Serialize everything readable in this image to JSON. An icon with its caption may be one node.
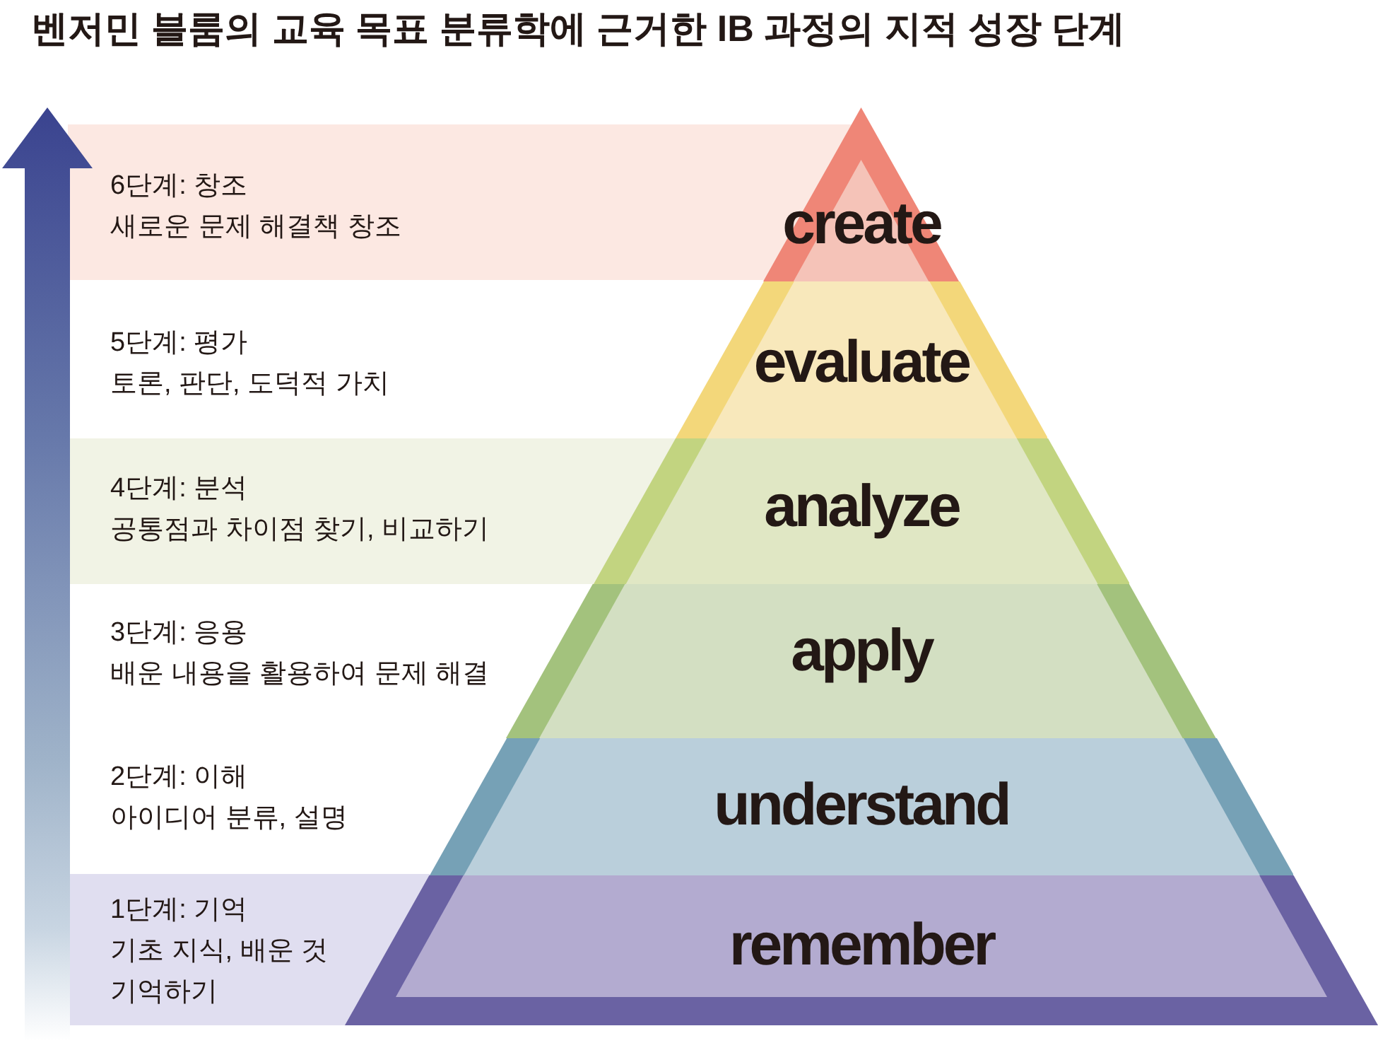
{
  "diagram": {
    "title": "벤저민 블룸의 교육 목표 분류학에 근거한 IB 과정의 지적 성장 단계",
    "nodes": [
      {
        "text": [
          "create"
        ],
        "beside": [
          "6단계: 창조",
          "새로운 문제 해결책 창조"
        ]
      },
      {
        "text": [
          "evaluate"
        ],
        "beside": [
          "5단계: 평가",
          "토론, 판단, 도덕적 가치"
        ]
      },
      {
        "text": [
          "analyze"
        ],
        "beside": [
          "4단계: 분석",
          "공통점과 차이점 찾기, 비교하기"
        ]
      },
      {
        "text": [
          "apply"
        ],
        "beside": [
          "3단계: 응용",
          "배운 내용을 활용하여 문제 해결"
        ]
      },
      {
        "text": [
          "understand"
        ],
        "beside": [
          "2단계: 이해",
          "아이디어 분류, 설명"
        ]
      },
      {
        "text": [
          "remember"
        ],
        "beside": [
          "1단계: 기억",
          "기초 지식, 배운 것 기억하기"
        ]
      }
    ]
  }
}
